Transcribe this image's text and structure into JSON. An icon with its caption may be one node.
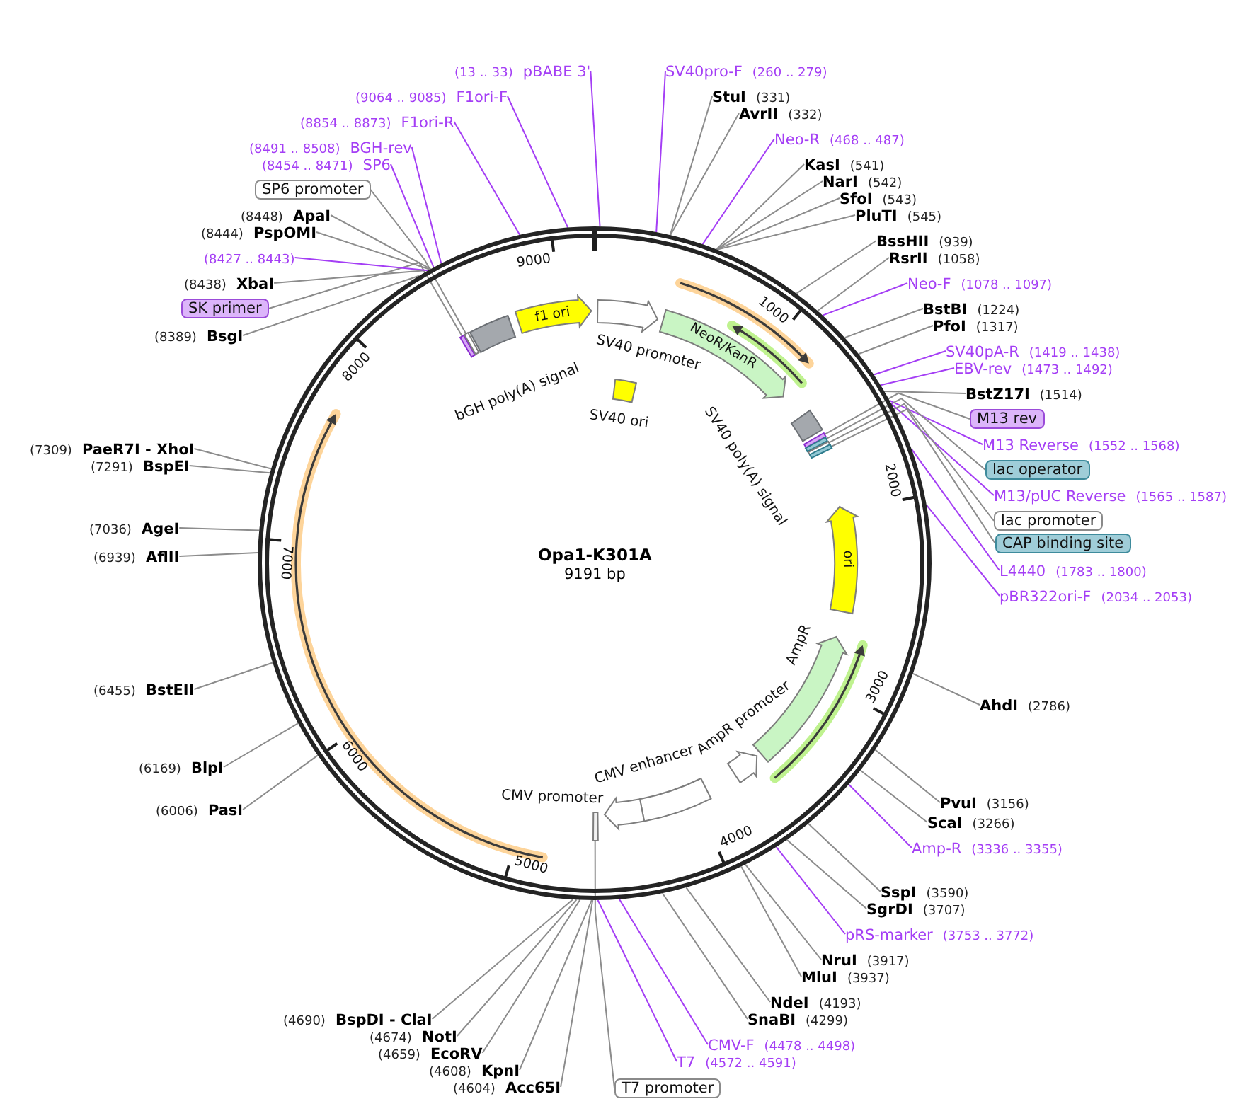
{
  "diagram": {
    "nodes": [
      {
        "text": [
          "Opa1-K301A",
          "9191 bp"
        ]
      },
      {
        "text": [
          "bGH poly(A) signal"
        ],
        "in": 0
      },
      {
        "text": [],
        "shape": "box",
        "in": 0
      },
      {
        "text": [],
        "shape": "box",
        "in": 0
      },
      {
        "text": [
          "f1 ori"
        ],
        "in": 0
      },
      {
        "text": [
          "SV40 promoter"
        ],
        "in": 0
      },
      {
        "text": [
          "NeoR/KanR"
        ],
        "in": 0
      },
      {
        "text": [
          "SV40 ori"
        ],
        "in": 0
      },
      {
        "text": [
          "SV40 poly(A) signal"
        ],
        "in": 0
      },
      {
        "text": [],
        "shape": "box",
        "in": 0
      },
      {
        "text": [],
        "shape": "box",
        "in": 0
      },
      {
        "text": [],
        "shape": "box",
        "in": 0
      },
      {
        "text": [],
        "shape": "box",
        "in": 0
      },
      {
        "text": [
          "ori"
        ],
        "in": 0
      },
      {
        "text": [
          "AmpR"
        ],
        "in": 0
      },
      {
        "text": [
          "AmpR promoter"
        ],
        "in": 0
      },
      {
        "text": [
          "CMV enhancer"
        ],
        "in": 0
      },
      {
        "text": [
          "CMV promoter"
        ],
        "in": 0
      },
      {
        "text": [],
        "shape": "box",
        "in": 0
      },
      {
        "text": [
          "(13 .. 33)",
          "pBABE 3'"
        ]
      },
      {
        "text": [
          "SV40pro-F",
          "(260 .. 279)"
        ]
      },
      {
        "text": [
          "StuI",
          "(331)"
        ]
      },
      {
        "text": [
          "AvrII",
          "(332)"
        ]
      },
      {
        "text": [
          "Neo-R",
          "(468 .. 487)"
        ]
      },
      {
        "text": [
          "KasI",
          "(541)"
        ]
      },
      {
        "text": [
          "NarI",
          "(542)"
        ]
      },
      {
        "text": [
          "SfoI",
          "(543)"
        ]
      },
      {
        "text": [
          "PluTI",
          "(545)"
        ]
      },
      {
        "text": [
          "BssHII",
          "(939)"
        ]
      },
      {
        "text": [
          "RsrII",
          "(1058)"
        ]
      },
      {
        "text": [
          "Neo-F",
          "(1078 .. 1097)"
        ]
      },
      {
        "text": [
          "BstBI",
          "(1224)"
        ]
      },
      {
        "text": [
          "PfoI",
          "(1317)"
        ]
      },
      {
        "text": [
          "SV40pA-R",
          "(1419 .. 1438)"
        ]
      },
      {
        "text": [
          "EBV-rev",
          "(1473 .. 1492)"
        ]
      },
      {
        "text": [
          "BstZ17I",
          "(1514)"
        ]
      },
      {
        "text": [
          "M13 rev"
        ]
      },
      {
        "text": [
          "M13 Reverse",
          "(1552 .. 1568)"
        ]
      },
      {
        "text": [
          "lac operator"
        ]
      },
      {
        "text": [
          "M13/pUC Reverse",
          "(1565 .. 1587)"
        ]
      },
      {
        "text": [
          "lac promoter"
        ]
      },
      {
        "text": [
          "CAP binding site"
        ]
      },
      {
        "text": [
          "L4440",
          "(1783 .. 1800)"
        ]
      },
      {
        "text": [
          "pBR322ori-F",
          "(2034 .. 2053)"
        ]
      },
      {
        "text": [
          "AhdI",
          "(2786)"
        ]
      },
      {
        "text": [
          "PvuI",
          "(3156)"
        ]
      },
      {
        "text": [
          "ScaI",
          "(3266)"
        ]
      },
      {
        "text": [
          "Amp-R",
          "(3336 .. 3355)"
        ]
      },
      {
        "text": [
          "SspI",
          "(3590)"
        ]
      },
      {
        "text": [
          "SgrDI",
          "(3707)"
        ]
      },
      {
        "text": [
          "pRS-marker",
          "(3753 .. 3772)"
        ]
      },
      {
        "text": [
          "NruI",
          "(3917)"
        ]
      },
      {
        "text": [
          "MluI",
          "(3937)"
        ]
      },
      {
        "text": [
          "NdeI",
          "(4193)"
        ]
      },
      {
        "text": [
          "SnaBI",
          "(4299)"
        ]
      },
      {
        "text": [
          "CMV-F",
          "(4478 .. 4498)"
        ]
      },
      {
        "text": [
          "T7",
          "(4572 .. 4591)"
        ]
      },
      {
        "text": [
          "T7 promoter"
        ]
      },
      {
        "text": [
          "(4604)",
          "Acc65I"
        ]
      },
      {
        "text": [
          "(4608)",
          "KpnI"
        ]
      },
      {
        "text": [
          "(4659)",
          "EcoRV"
        ]
      },
      {
        "text": [
          "(4674)",
          "NotI"
        ]
      },
      {
        "text": [
          "(4690)",
          "BspDI - ClaI"
        ]
      },
      {
        "text": [
          "(6006)",
          "PasI"
        ]
      },
      {
        "text": [
          "(6169)",
          "BlpI"
        ]
      },
      {
        "text": [
          "(6455)",
          "BstEII"
        ]
      },
      {
        "text": [
          "(6939)",
          "AflII"
        ]
      },
      {
        "text": [
          "(7036)",
          "AgeI"
        ]
      },
      {
        "text": [
          "(7291)",
          "BspEI"
        ]
      },
      {
        "text": [
          "(7309)",
          "PaeR7I - XhoI"
        ]
      },
      {
        "text": [
          "(8389)",
          "BsgI"
        ]
      },
      {
        "text": [
          "SK primer"
        ]
      },
      {
        "text": [
          "(8438)",
          "XbaI"
        ]
      },
      {
        "text": [
          "(8427 .. 8443)"
        ]
      },
      {
        "text": [
          "(8444)",
          "PspOMI"
        ]
      },
      {
        "text": [
          "(8448)",
          "ApaI"
        ]
      },
      {
        "text": [
          "SP6 promoter"
        ]
      },
      {
        "text": [
          "(8454 .. 8471)",
          "SP6"
        ]
      },
      {
        "text": [
          "(8491 .. 8508)",
          "BGH-rev"
        ]
      },
      {
        "text": [
          "(8854 .. 8873)",
          "F1ori-R"
        ]
      },
      {
        "text": [
          "(9064 .. 9085)",
          "F1ori-F"
        ]
      }
    ],
    "edges": [
      {
        "from": 19,
        "to": 0,
        "arrow": "none",
        "color": "#a43ef5"
      },
      {
        "from": 20,
        "to": 0,
        "arrow": "none",
        "color": "#a43ef5"
      },
      {
        "from": 21,
        "to": 0,
        "arrow": "none"
      },
      {
        "from": 22,
        "to": 0,
        "arrow": "none"
      },
      {
        "from": 23,
        "to": 0,
        "arrow": "none",
        "color": "#a43ef5"
      },
      {
        "from": 24,
        "to": 0,
        "arrow": "none"
      },
      {
        "from": 25,
        "to": 0,
        "arrow": "none"
      },
      {
        "from": 26,
        "to": 0,
        "arrow": "none"
      },
      {
        "from": 27,
        "to": 0,
        "arrow": "none"
      },
      {
        "from": 28,
        "to": 0,
        "arrow": "none"
      },
      {
        "from": 29,
        "to": 0,
        "arrow": "none"
      },
      {
        "from": 30,
        "to": 0,
        "arrow": "none",
        "color": "#a43ef5"
      },
      {
        "from": 31,
        "to": 0,
        "arrow": "none"
      },
      {
        "from": 32,
        "to": 0,
        "arrow": "none"
      },
      {
        "from": 33,
        "to": 0,
        "arrow": "none",
        "color": "#a43ef5"
      },
      {
        "from": 34,
        "to": 0,
        "arrow": "none",
        "color": "#a43ef5"
      },
      {
        "from": 35,
        "to": 0,
        "arrow": "none"
      },
      {
        "from": 36,
        "to": 9,
        "arrow": "none"
      },
      {
        "from": 37,
        "to": 0,
        "arrow": "none",
        "color": "#a43ef5"
      },
      {
        "from": 38,
        "to": 10,
        "arrow": "none"
      },
      {
        "from": 39,
        "to": 0,
        "arrow": "none",
        "color": "#a43ef5"
      },
      {
        "from": 40,
        "to": 11,
        "arrow": "none"
      },
      {
        "from": 41,
        "to": 12,
        "arrow": "none"
      },
      {
        "from": 42,
        "to": 0,
        "arrow": "none",
        "color": "#a43ef5"
      },
      {
        "from": 43,
        "to": 0,
        "arrow": "none",
        "color": "#a43ef5"
      },
      {
        "from": 44,
        "to": 0,
        "arrow": "none"
      },
      {
        "from": 45,
        "to": 0,
        "arrow": "none"
      },
      {
        "from": 46,
        "to": 0,
        "arrow": "none"
      },
      {
        "from": 47,
        "to": 0,
        "arrow": "none",
        "color": "#a43ef5"
      },
      {
        "from": 48,
        "to": 0,
        "arrow": "none"
      },
      {
        "from": 49,
        "to": 0,
        "arrow": "none"
      },
      {
        "from": 50,
        "to": 0,
        "arrow": "none",
        "color": "#a43ef5"
      },
      {
        "from": 51,
        "to": 0,
        "arrow": "none"
      },
      {
        "from": 52,
        "to": 0,
        "arrow": "none"
      },
      {
        "from": 53,
        "to": 0,
        "arrow": "none"
      },
      {
        "from": 54,
        "to": 0,
        "arrow": "none"
      },
      {
        "from": 55,
        "to": 0,
        "arrow": "none",
        "color": "#a43ef5"
      },
      {
        "from": 56,
        "to": 0,
        "arrow": "none",
        "color": "#a43ef5"
      },
      {
        "from": 57,
        "to": 18,
        "arrow": "none"
      },
      {
        "from": 58,
        "to": 0,
        "arrow": "none"
      },
      {
        "from": 59,
        "to": 0,
        "arrow": "none"
      },
      {
        "from": 60,
        "to": 0,
        "arrow": "none"
      },
      {
        "from": 61,
        "to": 0,
        "arrow": "none"
      },
      {
        "from": 62,
        "to": 0,
        "arrow": "none"
      },
      {
        "from": 63,
        "to": 0,
        "arrow": "none"
      },
      {
        "from": 64,
        "to": 0,
        "arrow": "none"
      },
      {
        "from": 65,
        "to": 0,
        "arrow": "none"
      },
      {
        "from": 66,
        "to": 0,
        "arrow": "none"
      },
      {
        "from": 67,
        "to": 0,
        "arrow": "none"
      },
      {
        "from": 68,
        "to": 0,
        "arrow": "none"
      },
      {
        "from": 69,
        "to": 0,
        "arrow": "none"
      },
      {
        "from": 70,
        "to": 0,
        "arrow": "none"
      },
      {
        "from": 71,
        "to": 2,
        "arrow": "none"
      },
      {
        "from": 72,
        "to": 0,
        "arrow": "none"
      },
      {
        "from": 73,
        "to": 0,
        "arrow": "none",
        "color": "#a43ef5"
      },
      {
        "from": 74,
        "to": 0,
        "arrow": "none"
      },
      {
        "from": 75,
        "to": 0,
        "arrow": "none"
      },
      {
        "from": 76,
        "to": 3,
        "arrow": "none"
      },
      {
        "from": 77,
        "to": 0,
        "arrow": "none",
        "color": "#a43ef5"
      },
      {
        "from": 78,
        "to": 0,
        "arrow": "none",
        "color": "#a43ef5"
      },
      {
        "from": 79,
        "to": 0,
        "arrow": "none",
        "color": "#a43ef5"
      },
      {
        "from": 80,
        "to": 0,
        "arrow": "none",
        "color": "#a43ef5"
      }
    ],
    "labels": [
      "1000",
      "2000",
      "3000",
      "4000",
      "5000",
      "6000",
      "7000",
      "8000",
      "9000"
    ]
  }
}
